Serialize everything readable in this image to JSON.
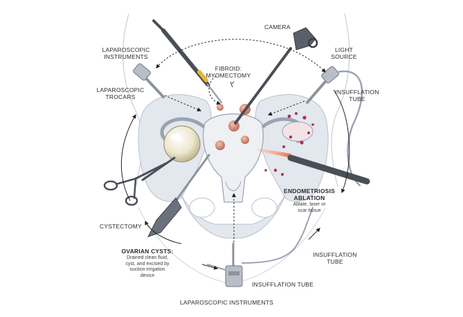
{
  "labels": {
    "camera": "CAMERA",
    "lap_instruments_top_1": "LAPAROSCOPIC",
    "lap_instruments_top_2": "INSTRUMENTS",
    "light_source_1": "LIGHT",
    "light_source_2": "SOURCE",
    "fibroid_1": "FIBROID:",
    "fibroid_2": "MYOMECTOMY",
    "lap_trocars_1": "LAPAROSCOPIC",
    "lap_trocars_2": "TROCARS",
    "insufflation_tube_top_1": "INSUFFLATION",
    "insufflation_tube_top_2": "TUBE",
    "endometriosis_1": "ENDOMETRIOSIS",
    "endometriosis_2": "ABLATION",
    "endometriosis_sub_1": "Ablate, laser or",
    "endometriosis_sub_2": "scar tissue",
    "cystectomy": "CYSTECTOMY",
    "ovarian_cysts": "OVARIAN CYSTS:",
    "ovarian_sub_1": "Drained clean fluid,",
    "ovarian_sub_2": "cyst, and excised by",
    "ovarian_sub_3": "suction-irrigation",
    "ovarian_sub_4": "device",
    "insufflation_tube_right_1": "INSUFFLATION",
    "insufflation_tube_right_2": "TUBE",
    "insufflation_tube_bottom": "INSUFFLATION TUBE",
    "lap_instruments_bottom": "LAPAROSCOPIC INSTRUMENTS"
  },
  "colors": {
    "bone": "#e3e7ee",
    "bone_edge": "#b9c0cc",
    "uterus": "#eef0f4",
    "uterus_edge": "#9aa3b1",
    "instrument": "#4a4f57",
    "instrument_light": "#8c939e",
    "fibroid": "#d98a78",
    "lesion": "#a8324f",
    "laser": "#f06a3c",
    "cyst": "#e6e0c8",
    "arrow": "#222222",
    "text": "#2b2b2b"
  }
}
